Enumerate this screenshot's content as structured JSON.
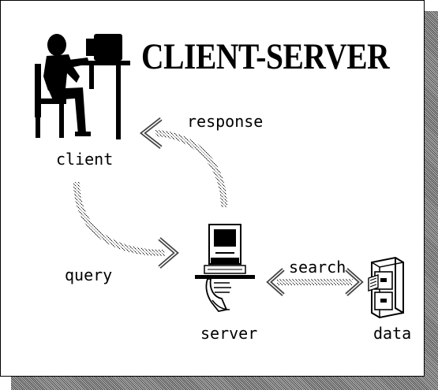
{
  "title": "CLIENT-SERVER",
  "labels": {
    "client": "client",
    "response": "response",
    "query": "query",
    "search": "search",
    "server": "server",
    "data": "data"
  },
  "icons": {
    "client": "person-at-computer-icon",
    "server": "computer-on-hand-icon",
    "data": "filing-cabinet-icon"
  }
}
